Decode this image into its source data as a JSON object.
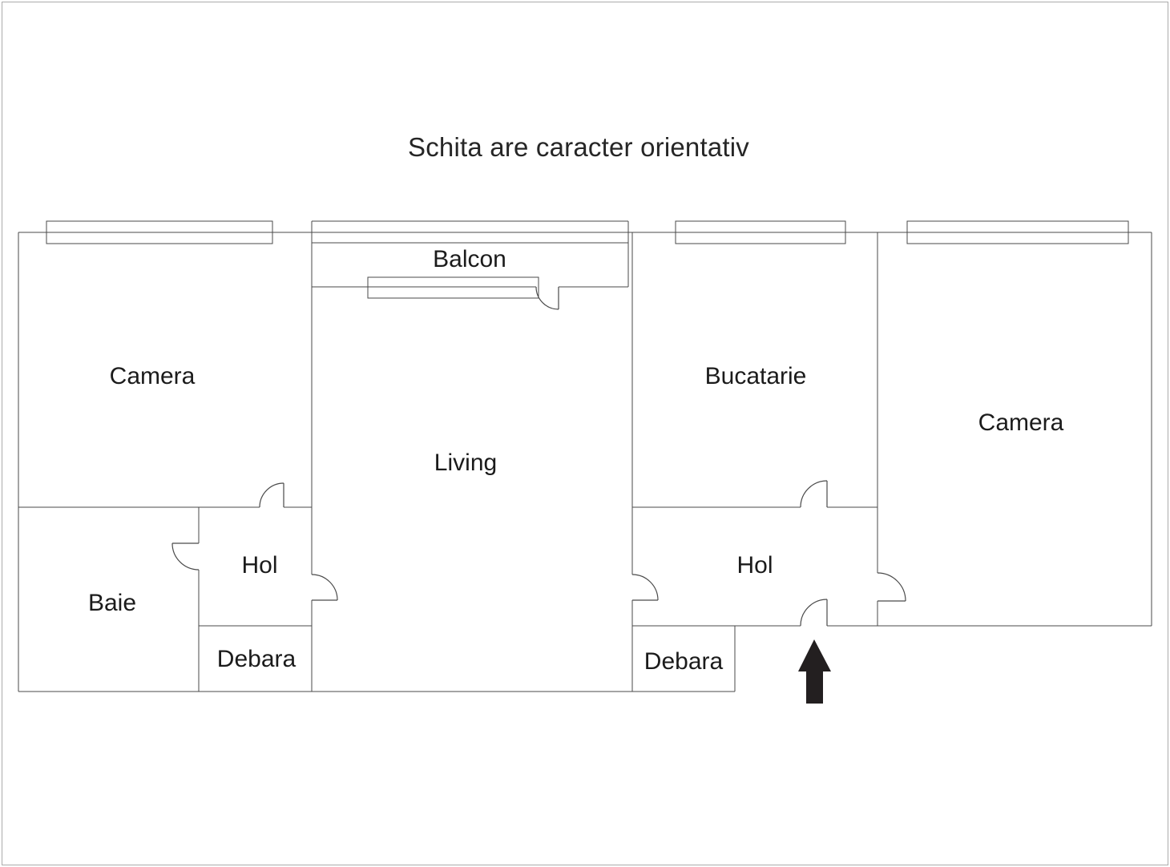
{
  "page": {
    "title": "Schita are caracter orientativ",
    "background_color": "#ffffff",
    "frame_color": "#ababab"
  },
  "colors": {
    "wall": "#4a4a4a",
    "label_text": "#1b1b1b",
    "entrance_arrow": "#231f20"
  },
  "rooms": [
    {
      "name": "camera-left",
      "label": "Camera"
    },
    {
      "name": "balcon",
      "label": "Balcon"
    },
    {
      "name": "living",
      "label": "Living"
    },
    {
      "name": "bucatarie",
      "label": "Bucatarie"
    },
    {
      "name": "camera-right",
      "label": "Camera"
    },
    {
      "name": "baie",
      "label": "Baie"
    },
    {
      "name": "hol-left",
      "label": "Hol"
    },
    {
      "name": "debara-left",
      "label": "Debara"
    },
    {
      "name": "hol-right",
      "label": "Hol"
    },
    {
      "name": "debara-right",
      "label": "Debara"
    }
  ],
  "symbols": {
    "entrance": "arrow-up"
  }
}
